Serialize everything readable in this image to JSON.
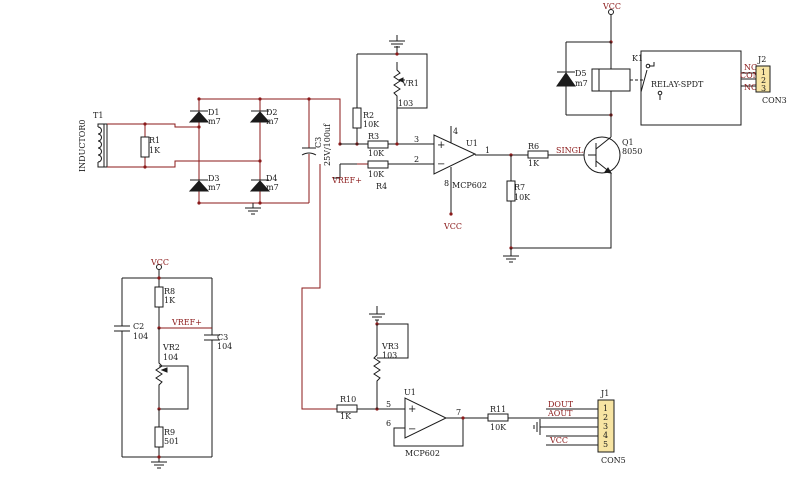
{
  "components": {
    "T1": {
      "ref": "T1",
      "name": "INDUCTOR0"
    },
    "R1": {
      "ref": "R1",
      "value": "1K"
    },
    "D1": {
      "ref": "D1",
      "value": "m7"
    },
    "D2": {
      "ref": "D2",
      "value": "m7"
    },
    "D3": {
      "ref": "D3",
      "value": "m7"
    },
    "D4": {
      "ref": "D4",
      "value": "m7"
    },
    "C3a": {
      "ref": "C3",
      "value": "25V/100uf"
    },
    "R2": {
      "ref": "R2",
      "value": "10K"
    },
    "VR1": {
      "ref": "VR1",
      "value": "103"
    },
    "R3": {
      "ref": "R3",
      "value": "10K"
    },
    "R4": {
      "ref": "R4",
      "value": "10K"
    },
    "U1a": {
      "ref": "U1",
      "value": "MCP602",
      "pins": {
        "in_plus": "3",
        "in_minus": "2",
        "out": "1",
        "vdd": "4",
        "vss": "8"
      }
    },
    "R6": {
      "ref": "R6",
      "value": "1K"
    },
    "R7": {
      "ref": "R7",
      "value": "10K"
    },
    "Q1": {
      "ref": "Q1",
      "value": "8050"
    },
    "D5": {
      "ref": "D5",
      "value": "m7"
    },
    "K1": {
      "ref": "K1",
      "value": "RELAY-SPDT"
    },
    "J2": {
      "ref": "J2",
      "value": "CON3",
      "pins": [
        "1",
        "2",
        "3"
      ],
      "labels": [
        "NC",
        "COM",
        "NO"
      ]
    },
    "R8": {
      "ref": "R8",
      "value": "1K"
    },
    "C2": {
      "ref": "C2",
      "value": "104"
    },
    "C3b": {
      "ref": "C3",
      "value": "104"
    },
    "VR2": {
      "ref": "VR2",
      "value": "104"
    },
    "R9": {
      "ref": "R9",
      "value": "501"
    },
    "VR3": {
      "ref": "VR3",
      "value": "103"
    },
    "R10": {
      "ref": "R10",
      "value": "1K"
    },
    "U1b": {
      "ref": "U1",
      "value": "MCP602",
      "pins": {
        "in_plus": "5",
        "in_minus": "6",
        "out": "7"
      }
    },
    "R11": {
      "ref": "R11",
      "value": "10K"
    },
    "J1": {
      "ref": "J1",
      "value": "CON5",
      "pins": [
        "1",
        "2",
        "3",
        "4",
        "5"
      ]
    }
  },
  "nets": {
    "vcc_top": "VCC",
    "vcc_u1": "VCC",
    "vcc_left": "VCC",
    "vcc_j1": "VCC",
    "vref_in": "VREF+",
    "vref_div": "VREF+",
    "singl": "SINGL",
    "dout": "DOUT",
    "aout": "AOUT",
    "plus": "+",
    "minus": "−"
  },
  "colors": {
    "wire": "#1b1b1b",
    "net_label": "#8b1a1a",
    "connector_fill": "#f7e4a3"
  }
}
